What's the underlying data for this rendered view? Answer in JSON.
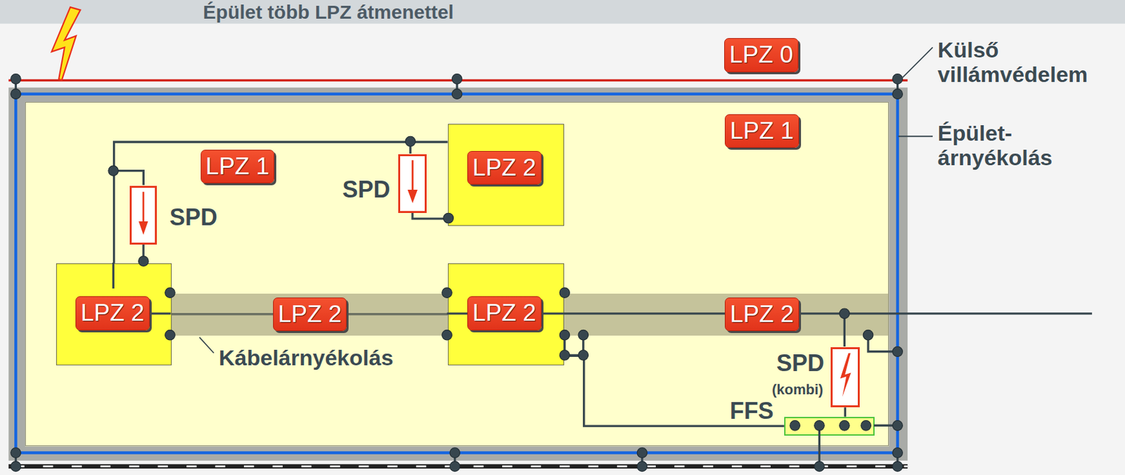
{
  "diagram": {
    "title": "Épület több LPZ átmenettel",
    "nodes": [
      {
        "text": [
          "LPZ 1"
        ]
      },
      {
        "text": [
          "LPZ 2"
        ],
        "in": 0
      },
      {
        "text": [
          "LPZ 2"
        ],
        "in": 0
      },
      {
        "text": [
          "LPZ 2"
        ],
        "in": 0
      },
      {
        "text": [
          "LPZ 2"
        ],
        "in": 0
      },
      {
        "text": [
          "LPZ 2"
        ],
        "in": 0
      },
      {
        "text": [
          "SPD"
        ],
        "in": 0
      },
      {
        "text": [
          "SPD"
        ],
        "in": 0
      },
      {
        "text": [
          "SPD",
          "(kombi)"
        ],
        "in": 0
      },
      {
        "text": [
          "FFS"
        ],
        "in": 0
      }
    ],
    "edges": [
      {
        "from": 2,
        "to": 1,
        "arrow": "none"
      },
      {
        "from": 6,
        "to": 2,
        "arrow": "none"
      },
      {
        "from": 7,
        "to": 1,
        "arrow": "none"
      },
      {
        "from": 2,
        "to": 4,
        "arrow": "none"
      },
      {
        "from": 4,
        "to": 9,
        "arrow": "none"
      },
      {
        "from": 8,
        "to": 9,
        "arrow": "none"
      }
    ],
    "labels": [
      "LPZ 0",
      "Külső villámvédelem",
      "LPZ 1",
      "Épület- árnyékolás",
      "Kábelárnyékolás"
    ]
  }
}
